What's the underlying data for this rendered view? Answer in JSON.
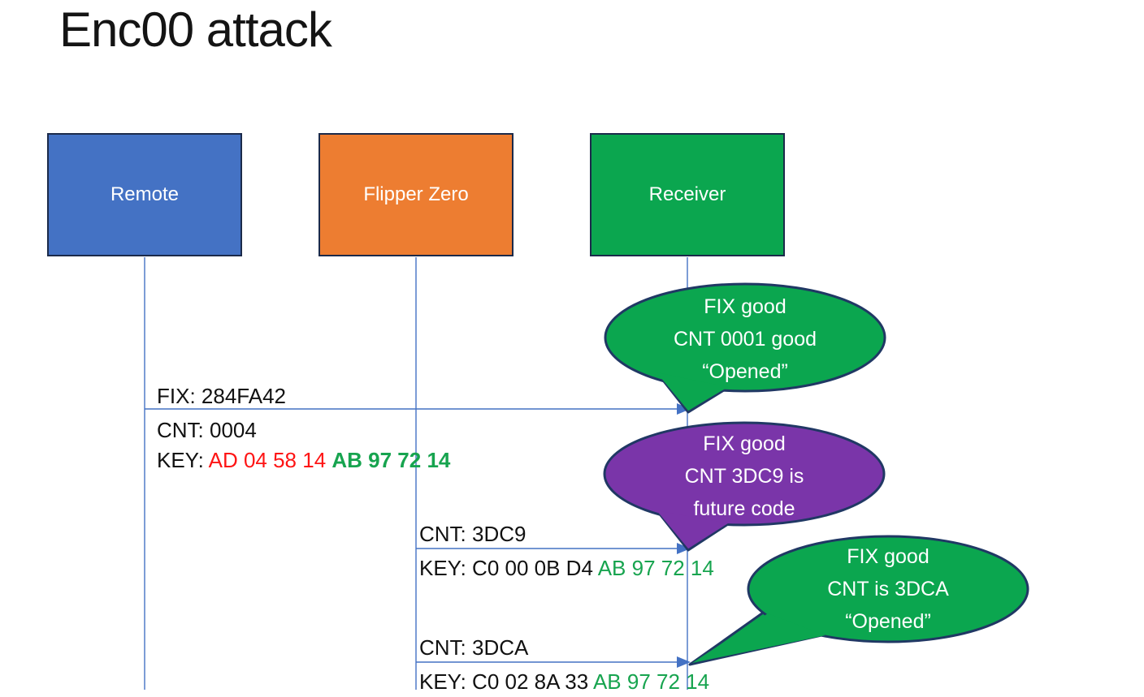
{
  "title": "Enc00 attack",
  "actors": [
    {
      "name": "Remote",
      "color": "#4472c4"
    },
    {
      "name": "Flipper Zero",
      "color": "#ed7d31"
    },
    {
      "name": "Receiver",
      "color": "#0ba64f"
    }
  ],
  "messages": [
    {
      "from": "Remote",
      "to": "Receiver",
      "fix_line": "FIX: 284FA42",
      "cnt_line": "CNT: 0004",
      "key_label": "KEY: ",
      "key_red": "AD 04 58 14 ",
      "key_green": "AB 97 72 14"
    },
    {
      "from": "Flipper Zero",
      "to": "Receiver",
      "cnt_line": "CNT: 3DC9",
      "key_label": "KEY: C0 00 0B D4 ",
      "key_green": "AB 97 72 14"
    },
    {
      "from": "Flipper Zero",
      "to": "Receiver",
      "cnt_line": "CNT: 3DCA",
      "key_label": "KEY: C0 02 8A 33 ",
      "key_green": "AB 97 72 14"
    }
  ],
  "callouts": [
    {
      "color": "#0ba64f",
      "lines": [
        "FIX good",
        "CNT 0001 good",
        "“Opened”"
      ]
    },
    {
      "color": "#7a35a9",
      "lines": [
        "FIX good",
        "CNT 3DC9 is",
        "future code"
      ]
    },
    {
      "color": "#0ba64f",
      "lines": [
        "FIX good",
        "CNT is 3DCA",
        "“Opened”"
      ]
    }
  ],
  "colors": {
    "connector": "#4472c4",
    "callout_outline": "#203864",
    "box_outline": "#1b2a4a",
    "key_red": "#fe1414",
    "key_green": "#17a44f",
    "text": "#111111"
  }
}
